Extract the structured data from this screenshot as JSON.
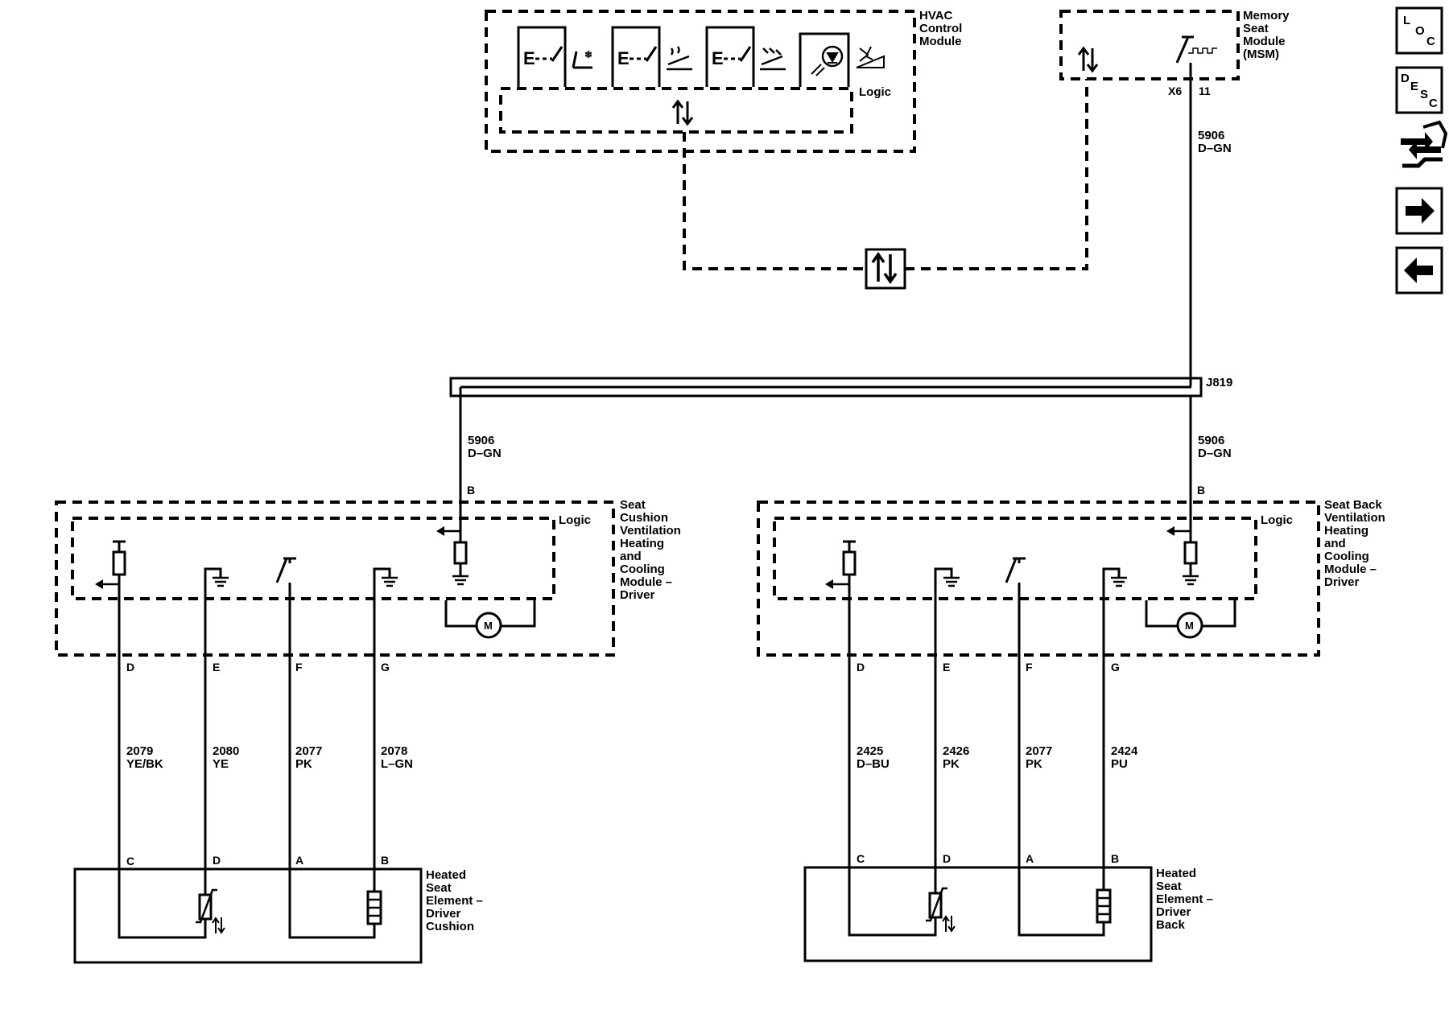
{
  "hvac": {
    "title_lines": [
      "HVAC",
      "Control",
      "Module"
    ],
    "logic": "Logic"
  },
  "msm": {
    "title_lines": [
      "Memory",
      "Seat",
      "Module",
      "(MSM)"
    ],
    "connector": "X6",
    "pin": "11"
  },
  "top_wire": {
    "circuit": "5906",
    "color": "D–GN"
  },
  "splice": "J819",
  "left_branch": {
    "circuit": "5906",
    "color": "D–GN",
    "pin": "B"
  },
  "right_branch": {
    "circuit": "5906",
    "color": "D–GN",
    "pin": "B"
  },
  "seat_cushion_module": {
    "title_lines": [
      "Seat",
      "Cushion",
      "Ventilation",
      "Heating",
      "and",
      "Cooling",
      "Module –",
      "Driver"
    ],
    "logic": "Logic",
    "pins": [
      "D",
      "E",
      "F",
      "G"
    ],
    "circuits": [
      {
        "number": "2079",
        "color": "YE/BK"
      },
      {
        "number": "2080",
        "color": "YE"
      },
      {
        "number": "2077",
        "color": "PK"
      },
      {
        "number": "2078",
        "color": "L–GN"
      }
    ],
    "motor": "M"
  },
  "seat_back_module": {
    "title_lines": [
      "Seat Back",
      "Ventilation",
      "Heating",
      "and",
      "Cooling",
      "Module –",
      "Driver"
    ],
    "logic": "Logic",
    "pins": [
      "D",
      "E",
      "F",
      "G"
    ],
    "circuits": [
      {
        "number": "2425",
        "color": "D–BU"
      },
      {
        "number": "2426",
        "color": "PK"
      },
      {
        "number": "2077",
        "color": "PK"
      },
      {
        "number": "2424",
        "color": "PU"
      }
    ],
    "motor": "M"
  },
  "cushion_element": {
    "title_lines": [
      "Heated",
      "Seat",
      "Element –",
      "Driver",
      "Cushion"
    ],
    "pins": [
      "C",
      "D",
      "A",
      "B"
    ]
  },
  "back_element": {
    "title_lines": [
      "Heated",
      "Seat",
      "Element –",
      "Driver",
      "Back"
    ],
    "pins": [
      "C",
      "D",
      "A",
      "B"
    ]
  },
  "nav": {
    "loc": [
      "L",
      "O",
      "C"
    ],
    "desc": [
      "D",
      "E",
      "S",
      "C"
    ]
  },
  "icons": [
    "loc-icon",
    "desc-icon",
    "connector-icon",
    "next-arrow-icon",
    "previous-arrow-icon",
    "serial-data-icon",
    "ground-icon",
    "motor-icon",
    "thermistor-icon",
    "heater-element-icon"
  ]
}
